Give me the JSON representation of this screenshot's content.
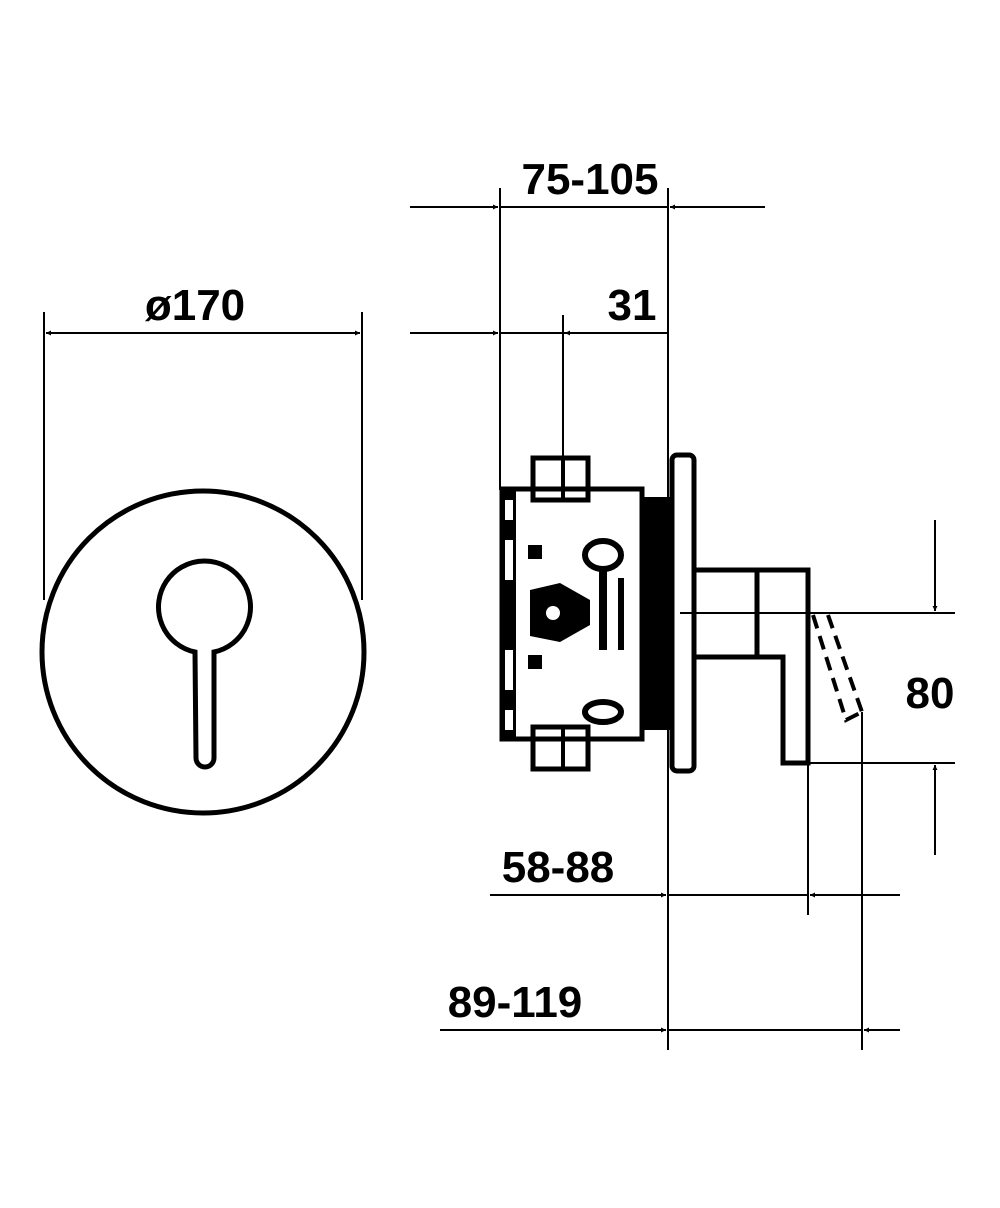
{
  "colors": {
    "line": "#000000",
    "background": "#ffffff"
  },
  "dimensions": {
    "diameter": "ø170",
    "install_depth": "75-105",
    "body_offset": "31",
    "lever_height": "80",
    "lever_projection": "58-88",
    "lever_projection_tilted": "89-119"
  }
}
